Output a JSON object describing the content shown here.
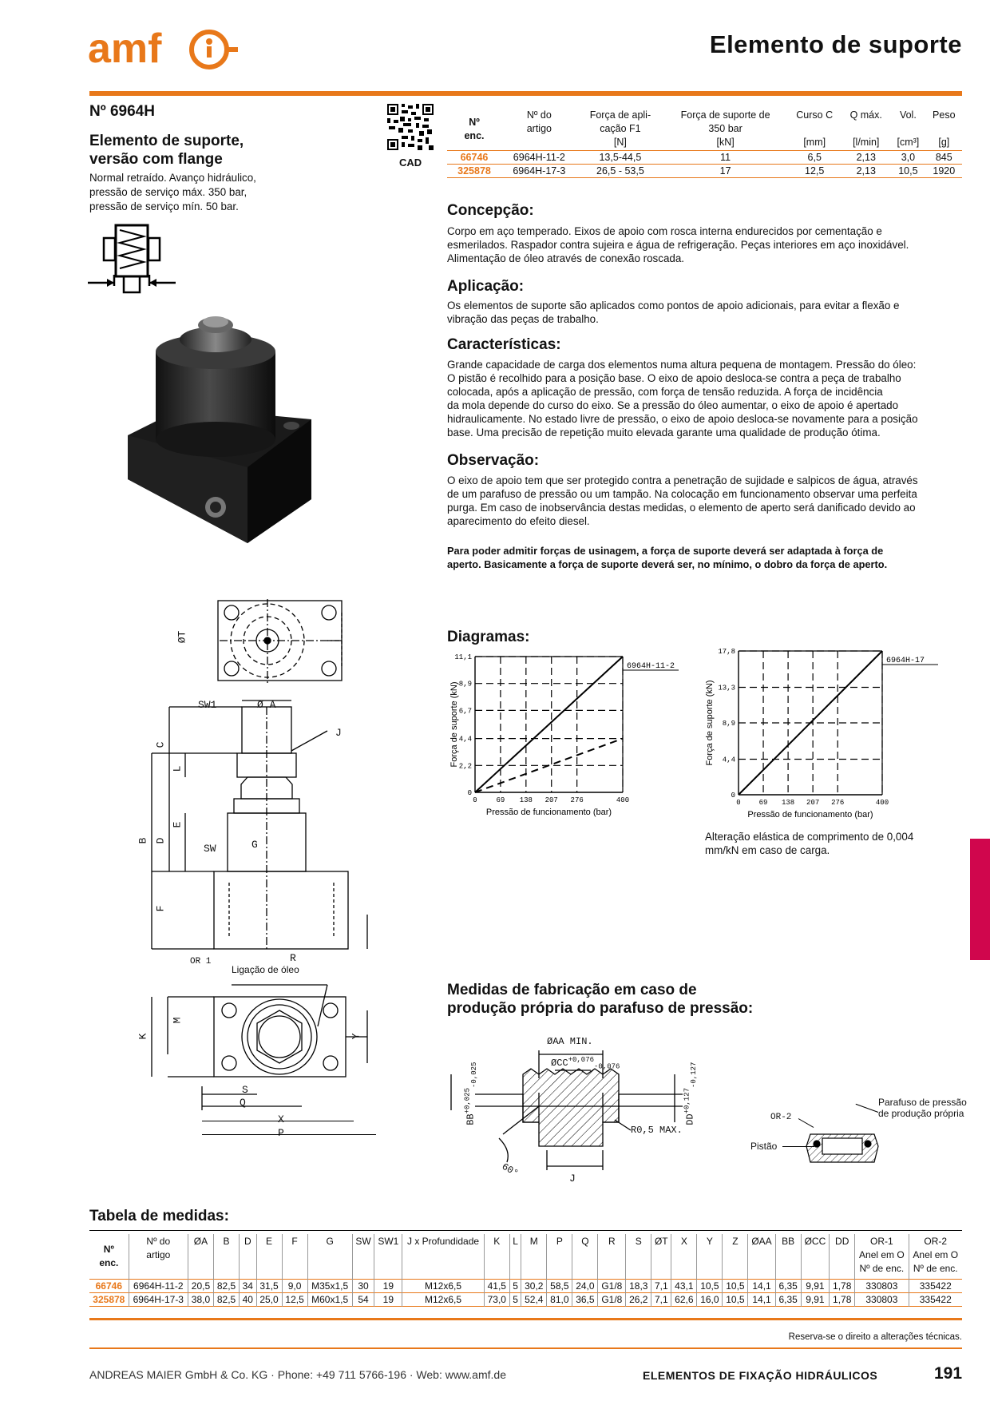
{
  "header": {
    "logo_text": "amf",
    "title": "Elemento de suporte"
  },
  "product": {
    "number": "Nº 6964H",
    "name_line1": "Elemento de suporte,",
    "name_line2": "versão com flange",
    "desc_line1": "Normal retraído. Avanço hidráulico,",
    "desc_line2": "pressão de serviço máx. 350 bar,",
    "desc_line3": "pressão de serviço mín. 50 bar.",
    "cad_label": "CAD"
  },
  "spec_table": {
    "headers": [
      {
        "l1": "Nº",
        "l2": "enc.",
        "l3": ""
      },
      {
        "l1": "Nº do",
        "l2": "artigo",
        "l3": ""
      },
      {
        "l1": "Força de apli-",
        "l2": "cação F1",
        "l3": "[N]"
      },
      {
        "l1": "Força de suporte de",
        "l2": "350 bar",
        "l3": "[kN]"
      },
      {
        "l1": "Curso C",
        "l2": "",
        "l3": "[mm]"
      },
      {
        "l1": "Q máx.",
        "l2": "",
        "l3": "[l/min]"
      },
      {
        "l1": "Vol.",
        "l2": "",
        "l3": "[cm³]"
      },
      {
        "l1": "Peso",
        "l2": "",
        "l3": "[g]"
      }
    ],
    "rows": [
      [
        "66746",
        "6964H-11-2",
        "13,5-44,5",
        "11",
        "6,5",
        "2,13",
        "3,0",
        "845"
      ],
      [
        "325878",
        "6964H-17-3",
        "26,5 - 53,5",
        "17",
        "12,5",
        "2,13",
        "10,5",
        "1920"
      ]
    ]
  },
  "sections": {
    "concepcao_title": "Concepção:",
    "concepcao_1": "Corpo em aço temperado. Eixos de apoio com rosca interna endurecidos por cementação e",
    "concepcao_2": "esmerilados. Raspador contra sujeira e água de refrigeração. Peças interiores em aço inoxidável.",
    "concepcao_3": "Alimentação de óleo através de conexão roscada.",
    "aplicacao_title": "Aplicação:",
    "aplicacao_1": "Os elementos de suporte são aplicados como pontos de apoio adicionais, para evitar a flexão e",
    "aplicacao_2": "vibração das peças de trabalho.",
    "caracteristicas_title": "Características:",
    "caracteristicas_1": "Grande capacidade de carga dos elementos numa altura pequena de montagem. Pressão do óleo:",
    "caracteristicas_2": "O pistão é recolhido para a posição base. O eixo de apoio desloca-se contra a peça de trabalho",
    "caracteristicas_3": "colocada, após a aplicação de pressão, com força de tensão reduzida. A força de incidência",
    "caracteristicas_4": "da mola depende do curso do eixo. Se a pressão do óleo aumentar, o eixo de apoio é apertado",
    "caracteristicas_5": "hidraulicamente. No estado livre de pressão, o eixo de apoio desloca-se novamente para a posição",
    "caracteristicas_6": "base. Uma precisão de repetição muito elevada garante uma qualidade de produção ótima.",
    "observacao_title": "Observação:",
    "observacao_1": "O eixo de apoio tem que ser protegido contra a penetração de sujidade e salpicos de água, através",
    "observacao_2": "de um parafuso de pressão ou um tampão. Na colocação em funcionamento observar uma perfeita",
    "observacao_3": "purga. Em caso de inobservância destas medidas, o elemento de aperto será danificado devido ao",
    "observacao_4": "aparecimento do efeito diesel.",
    "bold_1": "Para poder admitir forças de usinagem, a força de suporte deverá ser adaptada à força de",
    "bold_2": "aperto. Basicamente a força de suporte deverá ser, no mínimo, o dobro da força de aperto.",
    "diagramas_title": "Diagramas:",
    "medidas_title_1": "Medidas de fabricação em caso de",
    "medidas_title_2": "produção própria do parafuso de pressão:",
    "tabela_title": "Tabela de medidas:"
  },
  "diagram_labels": {
    "ylabel": "Força de suporte (kN)",
    "xlabel": "Pressão de funcionamento (bar)",
    "elastic_1": "Alteração elástica de comprimento de 0,004",
    "elastic_2": "mm/kN em caso de carga."
  },
  "chart_data": [
    {
      "type": "line",
      "x": [
        0,
        69,
        138,
        207,
        276,
        400
      ],
      "xlabel": "Pressão de funcionamento (bar)",
      "ylabel": "Força de suporte (kN)",
      "yticks": [
        0,
        2.2,
        4.4,
        6.7,
        8.9,
        11.1
      ],
      "ytick_labels": [
        "0",
        "2,2",
        "4,4",
        "6,7",
        "8,9",
        "11,1"
      ],
      "xlim": [
        0,
        400
      ],
      "ylim": [
        0,
        11.1
      ],
      "grid": true,
      "series": [
        {
          "name": "6964H-11-2",
          "x": [
            0,
            400
          ],
          "y": [
            0,
            11.1
          ]
        },
        {
          "name": "",
          "style": "dashed",
          "x": [
            0,
            400
          ],
          "y": [
            0,
            4.4
          ]
        }
      ]
    },
    {
      "type": "line",
      "x": [
        0,
        69,
        138,
        207,
        276,
        400
      ],
      "xlabel": "Pressão de funcionamento (bar)",
      "ylabel": "Força de suporte (kN)",
      "yticks": [
        0,
        4.4,
        8.9,
        13.3,
        17.8
      ],
      "ytick_labels": [
        "0",
        "4,4",
        "8,9",
        "13,3",
        "17,8"
      ],
      "xlim": [
        0,
        400
      ],
      "ylim": [
        0,
        17.8
      ],
      "grid": true,
      "series": [
        {
          "name": "6964H-17",
          "x": [
            0,
            400
          ],
          "y": [
            0,
            17.8
          ]
        }
      ]
    }
  ],
  "drawing_labels": {
    "oil": "Ligação de óleo",
    "screw_1": "Parafuso de pressão",
    "screw_2": "de produção própria",
    "piston": "Pistão",
    "aa": "ØAA MIN.",
    "cc": "ØCC",
    "bb": "BB",
    "dd": "DD",
    "r05": "R0,5 MAX.",
    "angle": "60°",
    "j": "J",
    "or2": "OR-2",
    "sw1": "SW1",
    "oa": "Ø A",
    "sw": "SW",
    "g": "G",
    "b": "B",
    "c": "C",
    "d": "D",
    "e": "E",
    "f": "F",
    "l": "L",
    "ot": "ØT",
    "or1": "OR 1",
    "r": "R",
    "k": "K",
    "m": "M",
    "s": "S",
    "q": "Q",
    "x": "X",
    "p": "P",
    "y": "Y"
  },
  "dim_table": {
    "headers": [
      "Nº enc.",
      "Nº do artigo",
      "ØA",
      "B",
      "D",
      "E",
      "F",
      "G",
      "SW",
      "SW1",
      "J x Profundidade",
      "K",
      "L",
      "M",
      "P",
      "Q",
      "R",
      "S",
      "ØT",
      "X",
      "Y",
      "Z",
      "ØAA",
      "BB",
      "ØCC",
      "DD",
      "OR-1",
      "OR-2"
    ],
    "or_sub1": "Anel em O",
    "or_sub2": "Nº de enc.",
    "rows": [
      [
        "66746",
        "6964H-11-2",
        "20,5",
        "82,5",
        "34",
        "31,5",
        "9,0",
        "M35x1,5",
        "30",
        "19",
        "M12x6,5",
        "41,5",
        "5",
        "30,2",
        "58,5",
        "24,0",
        "G1/8",
        "18,3",
        "7,1",
        "43,1",
        "10,5",
        "10,5",
        "14,1",
        "6,35",
        "9,91",
        "1,78",
        "330803",
        "335422"
      ],
      [
        "325878",
        "6964H-17-3",
        "38,0",
        "82,5",
        "40",
        "25,0",
        "12,5",
        "M60x1,5",
        "54",
        "19",
        "M12x6,5",
        "73,0",
        "5",
        "52,4",
        "81,0",
        "36,5",
        "G1/8",
        "26,2",
        "7,1",
        "62,6",
        "16,0",
        "10,5",
        "14,1",
        "6,35",
        "9,91",
        "1,78",
        "330803",
        "335422"
      ]
    ]
  },
  "footer": {
    "reserve": "Reserva-se o direito a alterações técnicas.",
    "company": "ANDREAS MAIER GmbH & Co. KG · Phone: +49 711 5766-196 · Web: www.amf.de",
    "category": "ELEMENTOS DE FIXAÇÃO HIDRÁULICOS",
    "page": "191"
  },
  "colors": {
    "accent": "#e8781a",
    "side_tab": "#d0064d"
  }
}
